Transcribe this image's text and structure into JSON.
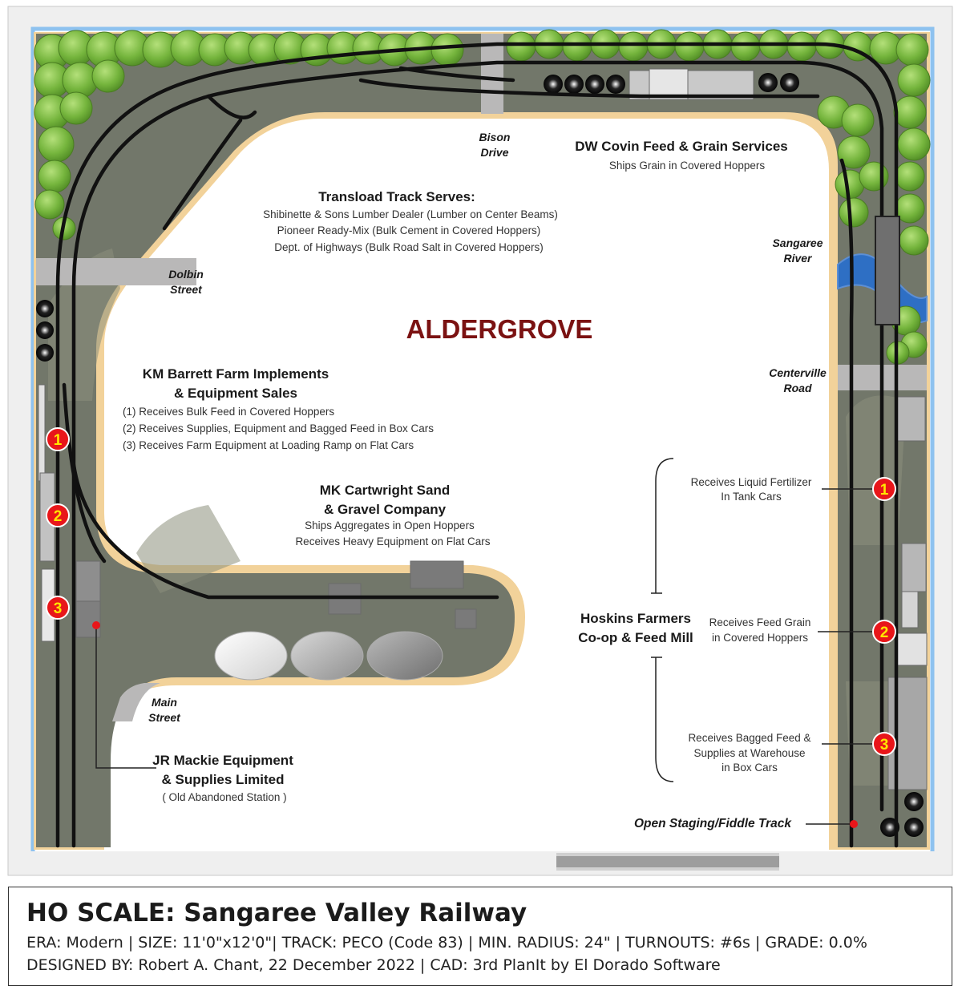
{
  "town": "ALDERGROVE",
  "streets": {
    "bison": [
      "Bison",
      "Drive"
    ],
    "dolbin": [
      "Dolbin",
      "Street"
    ],
    "sangaree": [
      "Sangaree",
      "River"
    ],
    "centerville": [
      "Centerville",
      "Road"
    ],
    "main": [
      "Main",
      "Street"
    ]
  },
  "dw_covin": {
    "name": "DW Covin Feed & Grain Services",
    "desc": "Ships Grain in Covered Hoppers"
  },
  "transload": {
    "heading": "Transload Track Serves:",
    "lines": [
      "Shibinette & Sons Lumber Dealer (Lumber on Center Beams)",
      "Pioneer Ready-Mix (Bulk Cement in Covered Hoppers)",
      "Dept. of Highways (Bulk Road Salt in Covered Hoppers)"
    ]
  },
  "km_barrett": {
    "name": [
      "KM Barrett Farm Implements",
      "& Equipment Sales"
    ],
    "lines": [
      "(1) Receives Bulk Feed in Covered Hoppers",
      "(2) Receives Supplies, Equipment and Bagged Feed in Box Cars",
      "(3) Receives Farm Equipment at Loading Ramp on Flat Cars"
    ]
  },
  "mk_cartwright": {
    "name": [
      "MK Cartwright Sand",
      "& Gravel Company"
    ],
    "lines": [
      "Ships Aggregates in Open Hoppers",
      "Receives Heavy Equipment on Flat Cars"
    ]
  },
  "hoskins": {
    "name": [
      "Hoskins Farmers",
      "Co-op & Feed Mill"
    ],
    "spot1": [
      "Receives Liquid Fertilizer",
      "In Tank Cars"
    ],
    "spot2": [
      "Receives Feed Grain",
      "in Covered Hoppers"
    ],
    "spot3": [
      "Receives Bagged Feed &",
      "Supplies at Warehouse",
      "in Box Cars"
    ]
  },
  "jr_mackie": {
    "name": [
      "JR Mackie Equipment",
      "& Supplies Limited"
    ],
    "note": "( Old Abandoned Station )"
  },
  "staging": "Open Staging/Fiddle Track",
  "spot_markers": [
    "1",
    "2",
    "3"
  ],
  "title_block": {
    "title": "HO SCALE: Sangaree Valley Railway",
    "specs": "ERA: Modern | SIZE: 11'0\"x12'0\"| TRACK: PECO (Code 83) | MIN. RADIUS: 24\" | TURNOUTS: #6s | GRADE: 0.0%",
    "credits": "DESIGNED BY: Robert A. Chant, 22 December 2022 | CAD: 3rd PlanIt by El Dorado Software"
  },
  "colors": {
    "benchwork": "#72776a",
    "fascia": "#f2d29a",
    "aisle": "#ffffff",
    "tree": "#7dbb44",
    "track": "#111111",
    "marker": "#e8161a",
    "marker_text": "#ffe600",
    "water": "#2e6fc4",
    "town_label": "#7b1212",
    "frame_blue": "#8ec2ef"
  }
}
